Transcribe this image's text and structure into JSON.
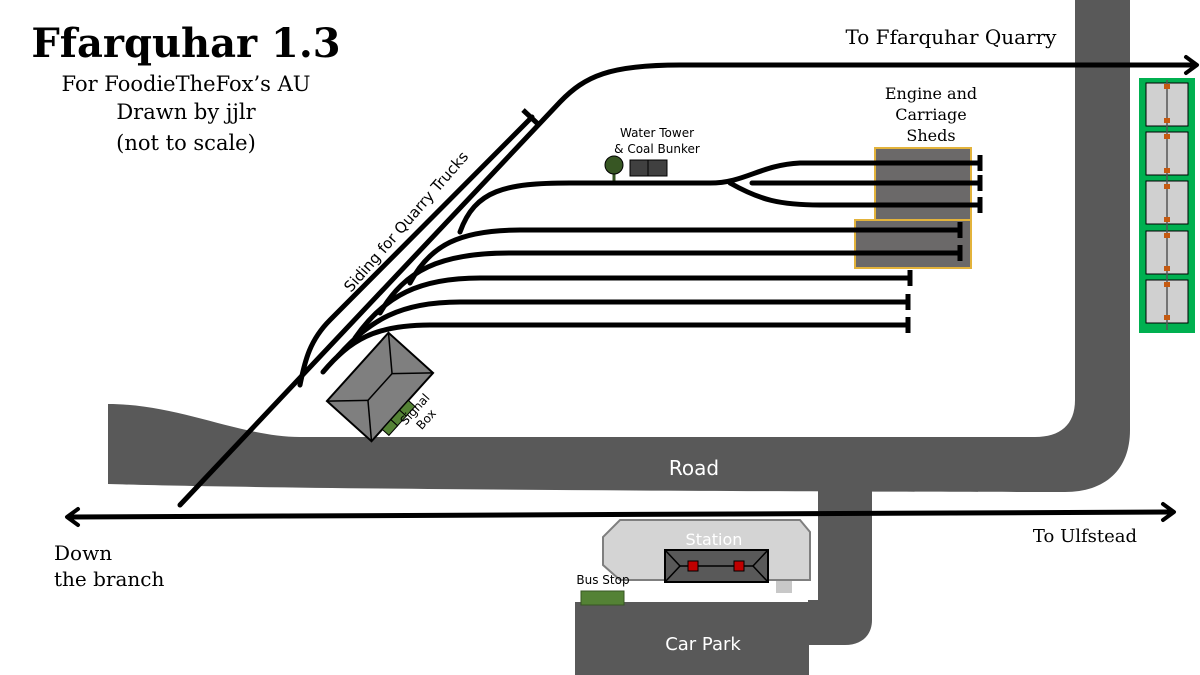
{
  "title": "Ffarquhar 1.3",
  "subtitle_lines": [
    "For FoodieTheFox’s AU",
    "Drawn by jjlr",
    "(not to scale)"
  ],
  "labels": {
    "quarry_siding": "Siding for Quarry Trucks",
    "water_tower_line1": "Water Tower",
    "water_tower_line2": "& Coal Bunker",
    "sheds_line1": "Engine and",
    "sheds_line2": "Carriage",
    "sheds_line3": "Sheds",
    "to_quarry": "To Ffarquhar Quarry",
    "to_ulfstead": "To Ulfstead",
    "down_line1": "Down",
    "down_line2": "the branch",
    "road": "Road",
    "station": "Station",
    "bus_stop": "Bus Stop",
    "car_park": "Car Park",
    "signal_line1": "Signal",
    "signal_line2": "Box"
  },
  "colors": {
    "road": "#595959",
    "shed": "#6b6969",
    "shed_border": "#e3b33b",
    "platform": "#d4d4d4",
    "green": "#00b050",
    "bus_stop": "#548235",
    "water_tower": "#375623",
    "red_light": "#c00000"
  }
}
